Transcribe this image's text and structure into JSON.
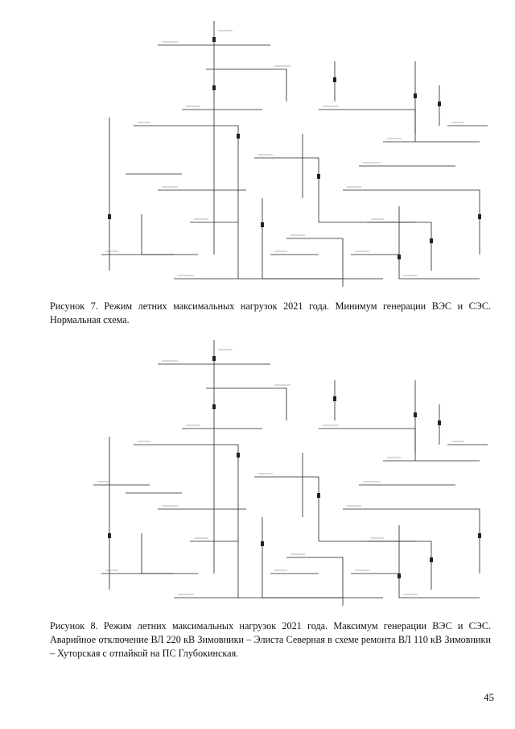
{
  "figures": [
    {
      "caption": "Рисунок 7. Режим летних максимальных нагрузок 2021 года. Минимум генерации ВЭС и СЭС. Нормальная схема.",
      "diagram": "power-grid-single-line-diagram"
    },
    {
      "caption": "Рисунок 8. Режим летних максимальных нагрузок 2021 года. Максимум генерации ВЭС и СЭС. Аварийное отключение ВЛ 220 кВ Зимовники – Элиста Северная в схеме ремонта ВЛ 110 кВ Зимовники – Хуторская с отпайкой на ПС Глубокинская.",
      "diagram": "power-grid-single-line-diagram"
    }
  ],
  "page_number": "45"
}
